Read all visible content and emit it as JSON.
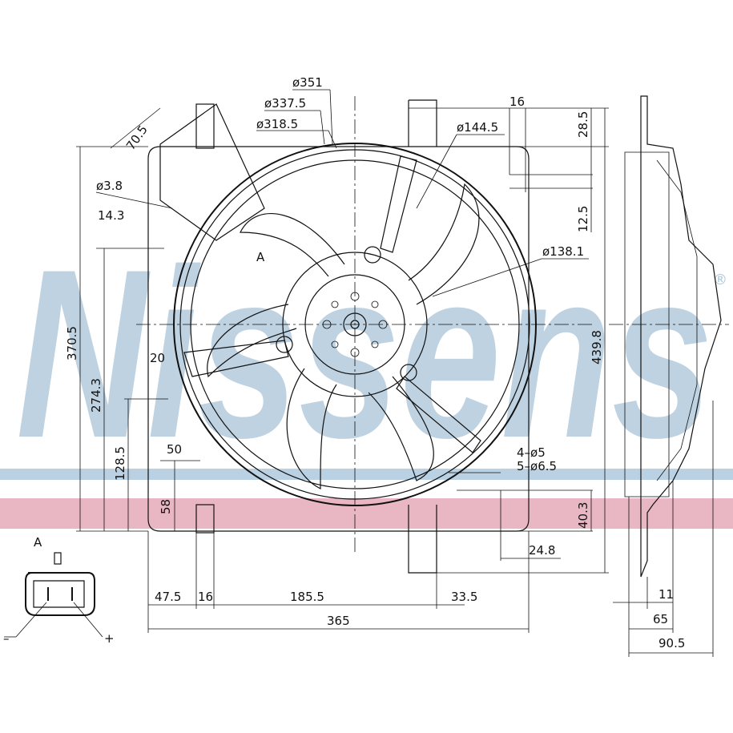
{
  "drawing": {
    "watermark": "Nissens",
    "watermark_mark": "®",
    "colors": {
      "watermark_blue": "#a9c4d8",
      "band_blue": "#b9d1e3",
      "band_pink": "#e9b7c4",
      "line": "#111111"
    },
    "front_view": {
      "dia_351": "ø351",
      "dia_337_5": "ø337.5",
      "dia_318_5": "ø318.5",
      "d_70_5": "70.5",
      "dia_3_8": "ø3.8",
      "d_14_3": "14.3",
      "section_a": "A",
      "d_370_5": "370.5",
      "d_274_3": "274.3",
      "d_20": "20",
      "d_128_5": "128.5",
      "d_50": "50",
      "d_58": "58",
      "d_47_5": "47.5",
      "d_16_bottom": "16",
      "d_185_5": "185.5",
      "d_33_5": "33.5",
      "d_365": "365",
      "d_16_top": "16",
      "d_28_5": "28.5",
      "dia_144_5": "ø144.5",
      "d_12_5": "12.5",
      "dia_138_1": "ø138.1",
      "d_439_8": "439.8",
      "holes_4": "4–ø5",
      "holes_5": "5–ø6.5",
      "d_40_3": "40.3",
      "d_24_8": "24.8"
    },
    "side_view": {
      "d_11": "11",
      "d_65": "65",
      "d_90_5": "90.5"
    },
    "connector": {
      "label": "A",
      "minus": "–",
      "plus": "+"
    }
  }
}
